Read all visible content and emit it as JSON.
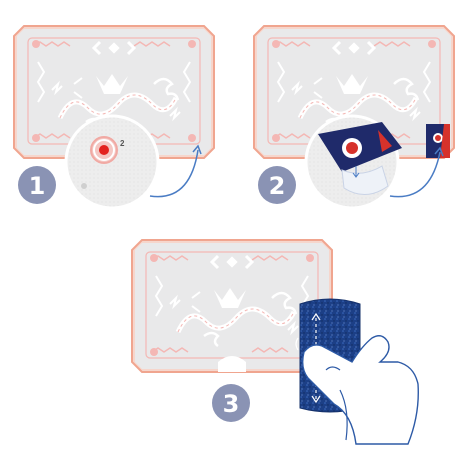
{
  "steps": [
    {
      "number": "1",
      "description_icon": "peel-center-sticker"
    },
    {
      "number": "2",
      "description_icon": "peel-corner-sticker"
    },
    {
      "number": "3",
      "description_icon": "rub-transfer-with-finger"
    }
  ],
  "callout_small_label": "2",
  "colors": {
    "board_fill": "#e9e9ea",
    "board_border": "#f0a58f",
    "board_pattern": "#f4b7b4",
    "badge": "#8a93b4",
    "arrow": "#4a7cc4",
    "navy": "#1f2a6a",
    "red": "#d6322b",
    "glitter": "#1c3f86"
  }
}
